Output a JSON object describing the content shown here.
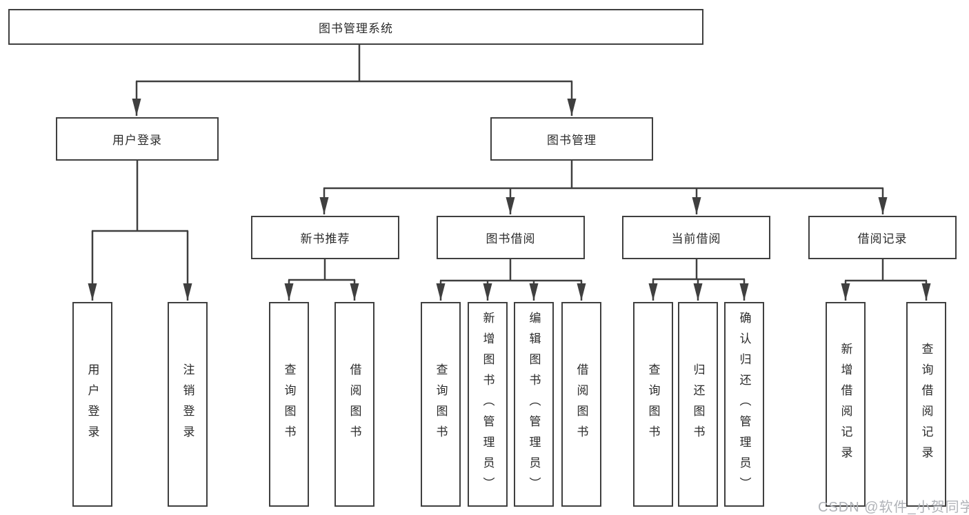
{
  "diagram": {
    "type": "org-tree",
    "colors": {
      "line": "#3f3f3f",
      "node_border": "#3f3f3f",
      "node_fill": "#ffffff",
      "text": "#2b2b2b",
      "watermark": "#b0b3b8",
      "background": "#ffffff"
    },
    "watermark": "CSDN @软件_小贺同学",
    "tree": {
      "root": {
        "label": "图书管理系统"
      },
      "children": [
        {
          "label": "用户登录",
          "children": [
            {
              "label": "用户登录"
            },
            {
              "label": "注销登录"
            }
          ]
        },
        {
          "label": "图书管理",
          "children": [
            {
              "label": "新书推荐",
              "children": [
                {
                  "label": "查询图书"
                },
                {
                  "label": "借阅图书"
                }
              ]
            },
            {
              "label": "图书借阅",
              "children": [
                {
                  "label": "查询图书"
                },
                {
                  "label": "新增图书（管理员）"
                },
                {
                  "label": "编辑图书（管理员）"
                },
                {
                  "label": "借阅图书"
                }
              ]
            },
            {
              "label": "当前借阅",
              "children": [
                {
                  "label": "查询图书"
                },
                {
                  "label": "归还图书"
                },
                {
                  "label": "确认归还（管理员）"
                }
              ]
            },
            {
              "label": "借阅记录",
              "children": [
                {
                  "label": "新增借阅记录"
                },
                {
                  "label": "查询借阅记录"
                }
              ]
            }
          ]
        }
      ]
    }
  }
}
